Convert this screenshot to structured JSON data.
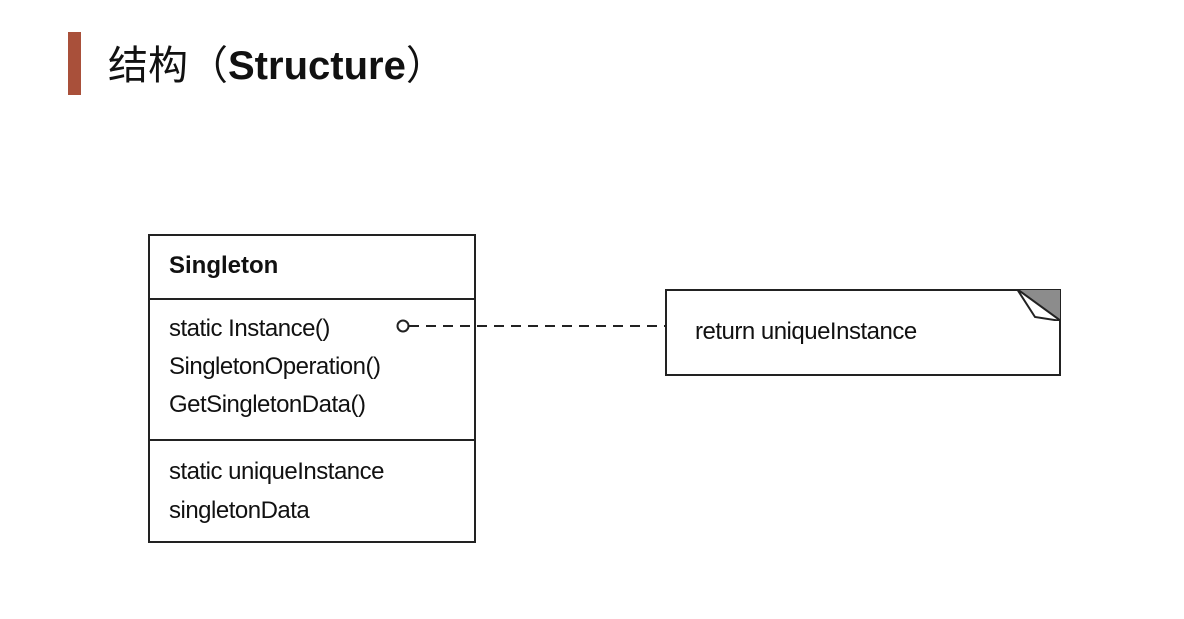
{
  "colors": {
    "accent_bar": "#A9503A",
    "line": "#222222",
    "note_fold": "#8c8c8c"
  },
  "title": {
    "main": "结构",
    "paren_open": "（",
    "english": "Structure",
    "paren_close": "）"
  },
  "diagram": {
    "class": {
      "name": "Singleton",
      "operations": [
        "static Instance()",
        "SingletonOperation()",
        "GetSingletonData()"
      ],
      "attributes": [
        "static uniqueInstance",
        "singletonData"
      ]
    },
    "note": {
      "text": "return uniqueInstance"
    },
    "connector": {
      "style": "dashed",
      "from": "static Instance()",
      "to": "note"
    }
  }
}
